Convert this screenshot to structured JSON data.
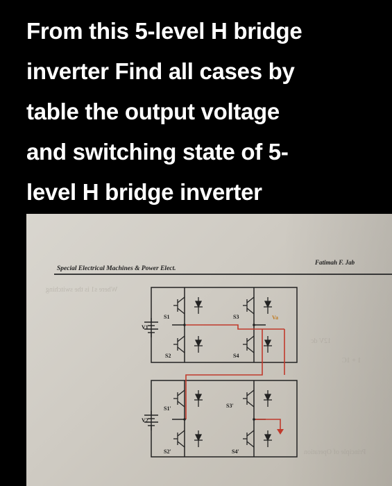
{
  "question": {
    "lines": [
      "From this 5-level H bridge",
      "inverter Find all cases by",
      "table the output voltage",
      "and switching state of 5-",
      "level H bridge inverter"
    ]
  },
  "photo": {
    "header": "Special Electrical Machines & Power Elect.",
    "author": "Fatimah F. Jab",
    "labels": {
      "s1": "S1",
      "s3": "S3",
      "va": "Va",
      "v1": "V1",
      "s2": "S2",
      "s4": "S4",
      "s1p": "S1'",
      "s3p": "S3'",
      "v2": "V2",
      "s2p": "S2'",
      "s4p": "S4'"
    },
    "ghost_text": [
      "Where s1 is the switching",
      "12V dc",
      "1 + 1C",
      "Principle of Operation"
    ]
  },
  "colors": {
    "background": "#000000",
    "text": "#ffffff",
    "circuit_line": "#222222",
    "output_wire": "#c0392b"
  }
}
